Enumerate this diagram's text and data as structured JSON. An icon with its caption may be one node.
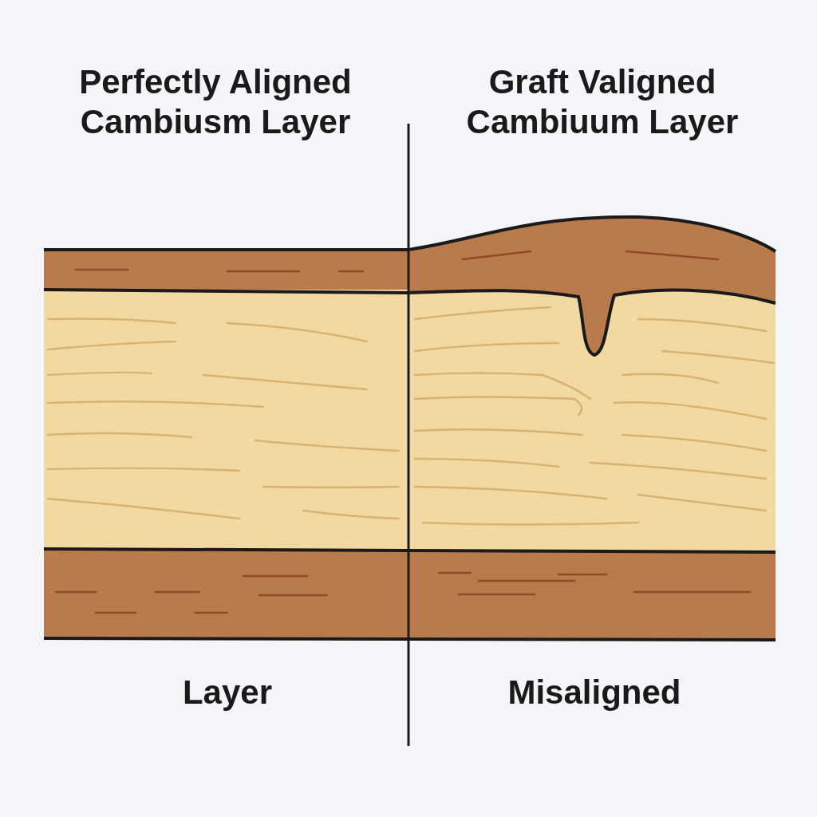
{
  "diagram": {
    "labels": [
      "Perfectly Aligned Cambiusm Layer",
      "Graft Valigned Cambiuum Layer",
      "Layer",
      "Misaligned"
    ]
  }
}
